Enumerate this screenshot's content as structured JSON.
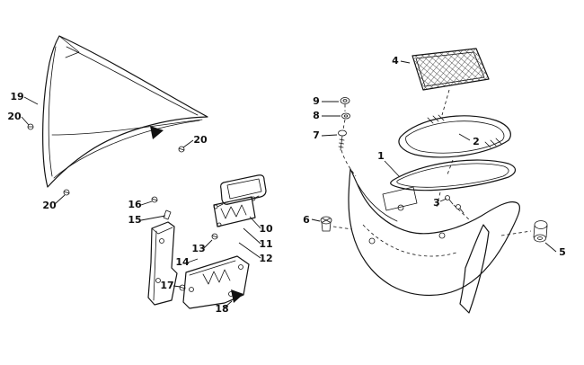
{
  "diagram": {
    "background_color": "#ffffff",
    "line_color": "#141414"
  },
  "callouts": [
    {
      "label": "19"
    },
    {
      "label": "20"
    },
    {
      "label": "20"
    },
    {
      "label": "20"
    },
    {
      "label": "16"
    },
    {
      "label": "15"
    },
    {
      "label": "13"
    },
    {
      "label": "14"
    },
    {
      "label": "17"
    },
    {
      "label": "18"
    },
    {
      "label": "10"
    },
    {
      "label": "11"
    },
    {
      "label": "12"
    },
    {
      "label": "9"
    },
    {
      "label": "8"
    },
    {
      "label": "7"
    },
    {
      "label": "6"
    },
    {
      "label": "1"
    },
    {
      "label": "4"
    },
    {
      "label": "2"
    },
    {
      "label": "3"
    },
    {
      "label": "5"
    }
  ]
}
